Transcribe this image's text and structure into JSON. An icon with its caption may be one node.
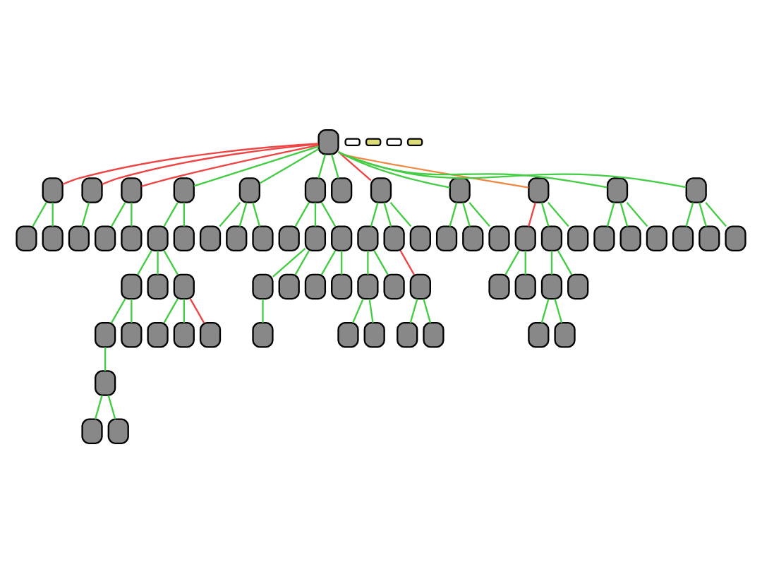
{
  "diagram": {
    "nodes": [
      {
        "text": [],
        "shape": "box"
      },
      {
        "text": [],
        "shape": "box"
      },
      {
        "text": [],
        "shape": "box"
      },
      {
        "text": [],
        "shape": "box"
      },
      {
        "text": [],
        "shape": "box"
      },
      {
        "text": [],
        "shape": "box"
      },
      {
        "text": [],
        "shape": "box"
      },
      {
        "text": [],
        "shape": "box"
      },
      {
        "text": [],
        "shape": "box"
      },
      {
        "text": [],
        "shape": "box"
      },
      {
        "text": [],
        "shape": "box"
      },
      {
        "text": [],
        "shape": "box"
      },
      {
        "text": [],
        "shape": "box"
      },
      {
        "text": [],
        "shape": "box"
      },
      {
        "text": [],
        "shape": "box"
      },
      {
        "text": [],
        "shape": "box"
      },
      {
        "text": [],
        "shape": "box"
      },
      {
        "text": [],
        "shape": "box"
      },
      {
        "text": [],
        "shape": "box"
      },
      {
        "text": [],
        "shape": "box"
      },
      {
        "text": [],
        "shape": "box"
      },
      {
        "text": [],
        "shape": "box"
      },
      {
        "text": [],
        "shape": "box"
      },
      {
        "text": [],
        "shape": "box"
      },
      {
        "text": [],
        "shape": "box"
      },
      {
        "text": [],
        "shape": "box"
      },
      {
        "text": [],
        "shape": "box"
      },
      {
        "text": [],
        "shape": "box"
      },
      {
        "text": [],
        "shape": "box"
      },
      {
        "text": [],
        "shape": "box"
      },
      {
        "text": [],
        "shape": "box"
      },
      {
        "text": [],
        "shape": "box"
      },
      {
        "text": [],
        "shape": "box"
      },
      {
        "text": [],
        "shape": "box"
      },
      {
        "text": [],
        "shape": "box"
      },
      {
        "text": [],
        "shape": "box"
      },
      {
        "text": [],
        "shape": "box"
      },
      {
        "text": [],
        "shape": "box"
      },
      {
        "text": [],
        "shape": "box"
      },
      {
        "text": [],
        "shape": "box"
      },
      {
        "text": [],
        "shape": "box"
      },
      {
        "text": [],
        "shape": "box"
      },
      {
        "text": [],
        "shape": "box"
      },
      {
        "text": [],
        "shape": "box"
      },
      {
        "text": [],
        "shape": "box"
      },
      {
        "text": [],
        "shape": "box"
      },
      {
        "text": [],
        "shape": "box"
      },
      {
        "text": [],
        "shape": "box"
      },
      {
        "text": [],
        "shape": "box"
      },
      {
        "text": [],
        "shape": "box"
      },
      {
        "text": [],
        "shape": "box"
      },
      {
        "text": [],
        "shape": "box"
      },
      {
        "text": [],
        "shape": "box"
      },
      {
        "text": [],
        "shape": "box"
      },
      {
        "text": [],
        "shape": "box"
      },
      {
        "text": [],
        "shape": "box"
      },
      {
        "text": [],
        "shape": "box"
      },
      {
        "text": [],
        "shape": "box"
      },
      {
        "text": [],
        "shape": "box"
      },
      {
        "text": [],
        "shape": "box"
      },
      {
        "text": [],
        "shape": "box"
      },
      {
        "text": [],
        "shape": "box"
      },
      {
        "text": [],
        "shape": "box"
      },
      {
        "text": [],
        "shape": "box"
      },
      {
        "text": [],
        "shape": "box"
      },
      {
        "text": [],
        "shape": "box"
      },
      {
        "text": [],
        "shape": "box"
      },
      {
        "text": [],
        "shape": "box"
      },
      {
        "text": [],
        "shape": "box"
      },
      {
        "text": [],
        "shape": "box"
      },
      {
        "text": [],
        "shape": "box"
      },
      {
        "text": [],
        "shape": "box"
      },
      {
        "text": [],
        "shape": "box"
      },
      {
        "text": [],
        "shape": "box"
      }
    ],
    "edges": [
      {
        "from": 0,
        "to": 1,
        "arrow": "none",
        "color": "#ee4444"
      },
      {
        "from": 0,
        "to": 2,
        "arrow": "none",
        "color": "#ee4444"
      },
      {
        "from": 0,
        "to": 3,
        "arrow": "none",
        "color": "#ee4444"
      },
      {
        "from": 0,
        "to": 4,
        "arrow": "none"
      },
      {
        "from": 0,
        "to": 5,
        "arrow": "none"
      },
      {
        "from": 0,
        "to": 6,
        "arrow": "none"
      },
      {
        "from": 0,
        "to": 7,
        "arrow": "none"
      },
      {
        "from": 0,
        "to": 8,
        "arrow": "none",
        "color": "#ee4444"
      },
      {
        "from": 0,
        "to": 9,
        "arrow": "none"
      },
      {
        "from": 0,
        "to": 10,
        "arrow": "none",
        "color": "#ee8844"
      },
      {
        "from": 0,
        "to": 11,
        "arrow": "none"
      },
      {
        "from": 0,
        "to": 12,
        "arrow": "none"
      },
      {
        "from": 1,
        "to": 13,
        "arrow": "none"
      },
      {
        "from": 1,
        "to": 14,
        "arrow": "none"
      },
      {
        "from": 2,
        "to": 15,
        "arrow": "none"
      },
      {
        "from": 3,
        "to": 16,
        "arrow": "none"
      },
      {
        "from": 3,
        "to": 17,
        "arrow": "none"
      },
      {
        "from": 4,
        "to": 18,
        "arrow": "none"
      },
      {
        "from": 4,
        "to": 19,
        "arrow": "none"
      },
      {
        "from": 18,
        "to": 20,
        "arrow": "none"
      },
      {
        "from": 18,
        "to": 21,
        "arrow": "none"
      },
      {
        "from": 18,
        "to": 22,
        "arrow": "none"
      },
      {
        "from": 20,
        "to": 23,
        "arrow": "none"
      },
      {
        "from": 20,
        "to": 24,
        "arrow": "none"
      },
      {
        "from": 23,
        "to": 25,
        "arrow": "none"
      },
      {
        "from": 25,
        "to": 26,
        "arrow": "none"
      },
      {
        "from": 25,
        "to": 27,
        "arrow": "none"
      },
      {
        "from": 22,
        "to": 28,
        "arrow": "none"
      },
      {
        "from": 22,
        "to": 29,
        "arrow": "none"
      },
      {
        "from": 22,
        "to": 30,
        "arrow": "none",
        "color": "#ee4444"
      },
      {
        "from": 5,
        "to": 31,
        "arrow": "none"
      },
      {
        "from": 5,
        "to": 32,
        "arrow": "none"
      },
      {
        "from": 5,
        "to": 33,
        "arrow": "none"
      },
      {
        "from": 6,
        "to": 34,
        "arrow": "none"
      },
      {
        "from": 6,
        "to": 35,
        "arrow": "none"
      },
      {
        "from": 6,
        "to": 36,
        "arrow": "none"
      },
      {
        "from": 35,
        "to": 37,
        "arrow": "none"
      },
      {
        "from": 35,
        "to": 38,
        "arrow": "none"
      },
      {
        "from": 37,
        "to": 39,
        "arrow": "none"
      },
      {
        "from": 36,
        "to": 40,
        "arrow": "none"
      },
      {
        "from": 36,
        "to": 41,
        "arrow": "none"
      },
      {
        "from": 8,
        "to": 42,
        "arrow": "none"
      },
      {
        "from": 8,
        "to": 43,
        "arrow": "none"
      },
      {
        "from": 8,
        "to": 44,
        "arrow": "none"
      },
      {
        "from": 42,
        "to": 45,
        "arrow": "none"
      },
      {
        "from": 42,
        "to": 46,
        "arrow": "none"
      },
      {
        "from": 45,
        "to": 47,
        "arrow": "none"
      },
      {
        "from": 45,
        "to": 48,
        "arrow": "none"
      },
      {
        "from": 43,
        "to": 49,
        "arrow": "none",
        "color": "#ee4444"
      },
      {
        "from": 49,
        "to": 50,
        "arrow": "none"
      },
      {
        "from": 49,
        "to": 51,
        "arrow": "none"
      },
      {
        "from": 9,
        "to": 52,
        "arrow": "none"
      },
      {
        "from": 9,
        "to": 53,
        "arrow": "none"
      },
      {
        "from": 9,
        "to": 54,
        "arrow": "none"
      },
      {
        "from": 10,
        "to": 55,
        "arrow": "none",
        "color": "#ee4444"
      },
      {
        "from": 10,
        "to": 56,
        "arrow": "none"
      },
      {
        "from": 10,
        "to": 57,
        "arrow": "none"
      },
      {
        "from": 55,
        "to": 58,
        "arrow": "none"
      },
      {
        "from": 55,
        "to": 59,
        "arrow": "none"
      },
      {
        "from": 56,
        "to": 60,
        "arrow": "none"
      },
      {
        "from": 56,
        "to": 61,
        "arrow": "none"
      },
      {
        "from": 60,
        "to": 62,
        "arrow": "none"
      },
      {
        "from": 60,
        "to": 63,
        "arrow": "none"
      },
      {
        "from": 11,
        "to": 64,
        "arrow": "none"
      },
      {
        "from": 11,
        "to": 65,
        "arrow": "none"
      },
      {
        "from": 11,
        "to": 66,
        "arrow": "none"
      },
      {
        "from": 12,
        "to": 67,
        "arrow": "none"
      },
      {
        "from": 12,
        "to": 68,
        "arrow": "none"
      },
      {
        "from": 12,
        "to": 69,
        "arrow": "none"
      }
    ]
  }
}
